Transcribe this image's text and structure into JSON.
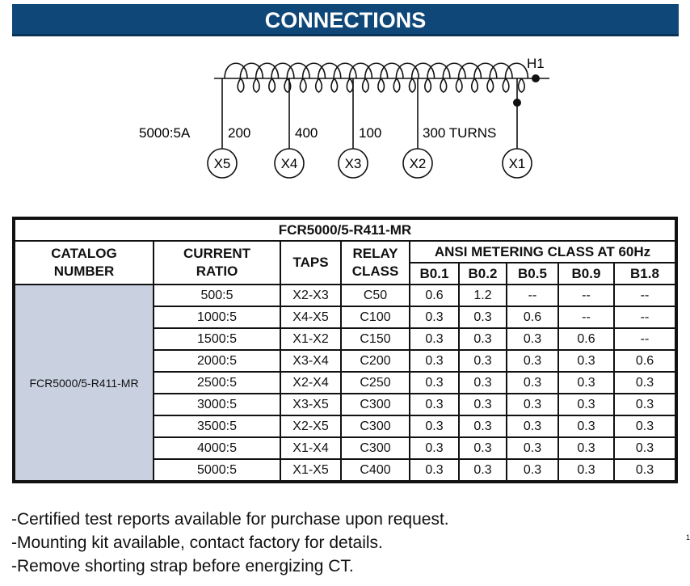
{
  "header": {
    "title": "CONNECTIONS"
  },
  "diagram": {
    "ratio_label": "5000:5A",
    "h1": "H1",
    "terminals": [
      "X5",
      "X4",
      "X3",
      "X2",
      "X1"
    ],
    "turns": [
      "200",
      "400",
      "100",
      "300 TURNS"
    ]
  },
  "table": {
    "title": "FCR5000/5-R411-MR",
    "headers": {
      "catalog": "CATALOG NUMBER",
      "ratio": "CURRENT RATIO",
      "taps": "TAPS",
      "relay": "RELAY CLASS",
      "ansi": "ANSI METERING CLASS AT 60Hz",
      "burdens": [
        "B0.1",
        "B0.2",
        "B0.5",
        "B0.9",
        "B1.8"
      ]
    },
    "catalog_number": "FCR5000/5-R411-MR",
    "rows": [
      [
        "500:5",
        "X2-X3",
        "C50",
        "0.6",
        "1.2",
        "--",
        "--",
        "--"
      ],
      [
        "1000:5",
        "X4-X5",
        "C100",
        "0.3",
        "0.3",
        "0.6",
        "--",
        "--"
      ],
      [
        "1500:5",
        "X1-X2",
        "C150",
        "0.3",
        "0.3",
        "0.3",
        "0.6",
        "--"
      ],
      [
        "2000:5",
        "X3-X4",
        "C200",
        "0.3",
        "0.3",
        "0.3",
        "0.3",
        "0.6"
      ],
      [
        "2500:5",
        "X2-X4",
        "C250",
        "0.3",
        "0.3",
        "0.3",
        "0.3",
        "0.3"
      ],
      [
        "3000:5",
        "X3-X5",
        "C300",
        "0.3",
        "0.3",
        "0.3",
        "0.3",
        "0.3"
      ],
      [
        "3500:5",
        "X2-X5",
        "C300",
        "0.3",
        "0.3",
        "0.3",
        "0.3",
        "0.3"
      ],
      [
        "4000:5",
        "X1-X4",
        "C300",
        "0.3",
        "0.3",
        "0.3",
        "0.3",
        "0.3"
      ],
      [
        "5000:5",
        "X1-X5",
        "C400",
        "0.3",
        "0.3",
        "0.3",
        "0.3",
        "0.3"
      ]
    ]
  },
  "notes": [
    "-Certified test reports available for purchase upon request.",
    "-Mounting kit available, contact factory for details.",
    "-Remove shorting strap before energizing CT."
  ],
  "page_mark": "1"
}
